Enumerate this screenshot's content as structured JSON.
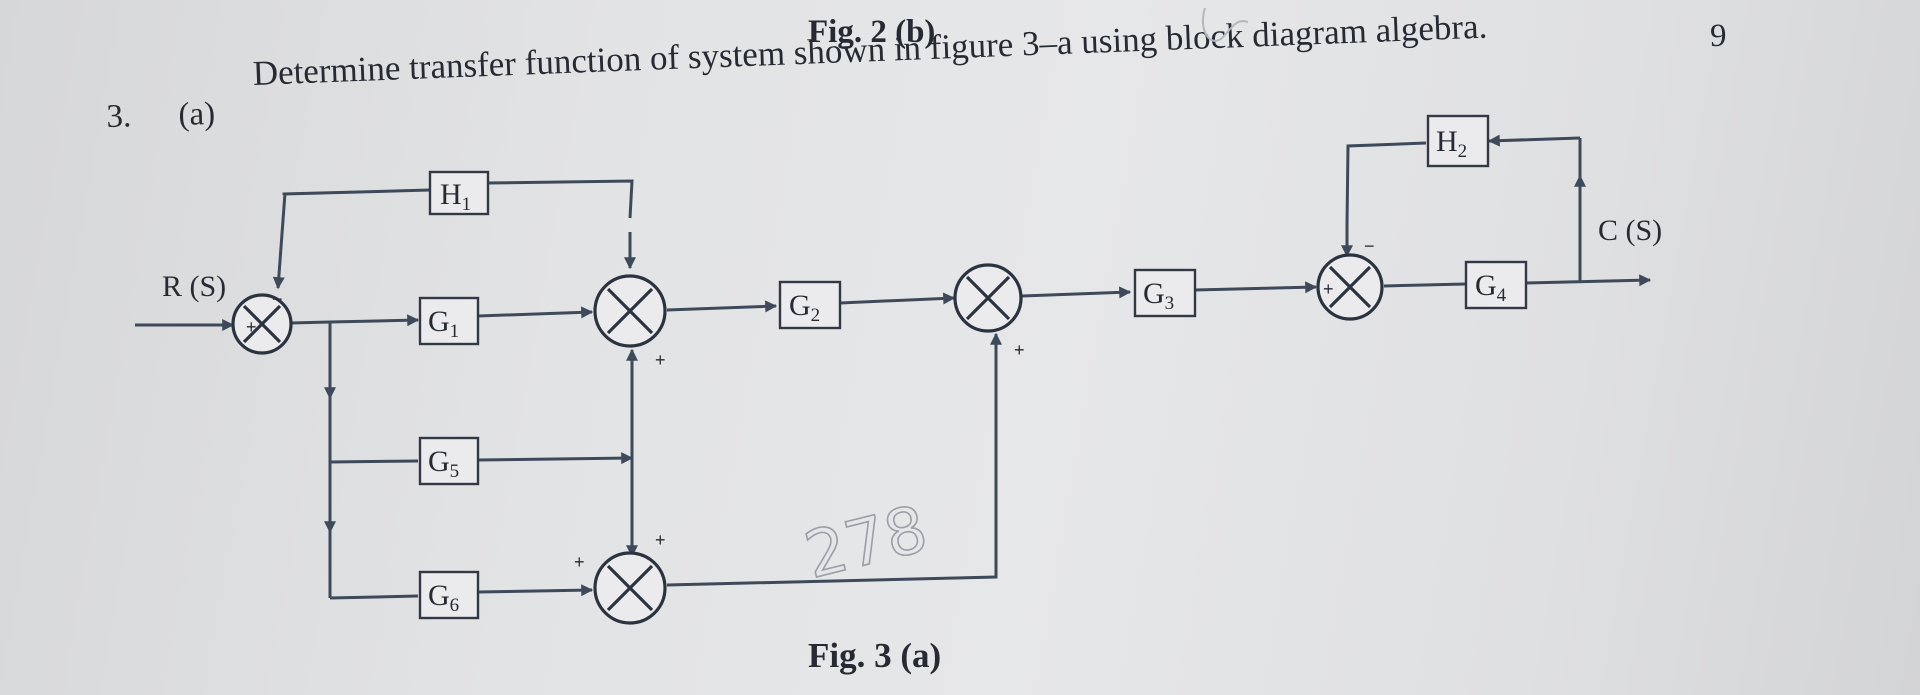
{
  "header": {
    "previous_figure_caption": "Fig. 2 (b)",
    "marks": "9"
  },
  "question": {
    "number": "3.",
    "part": "(a)",
    "text": "Determine transfer function of system shown in figure 3–a using block diagram algebra."
  },
  "diagram": {
    "input_label": "R (S)",
    "output_label": "C (S)",
    "blocks": [
      {
        "id": "G1",
        "base": "G",
        "sub": "1"
      },
      {
        "id": "G2",
        "base": "G",
        "sub": "2"
      },
      {
        "id": "G3",
        "base": "G",
        "sub": "3"
      },
      {
        "id": "G4",
        "base": "G",
        "sub": "4"
      },
      {
        "id": "G5",
        "base": "G",
        "sub": "5"
      },
      {
        "id": "G6",
        "base": "G",
        "sub": "6"
      },
      {
        "id": "H1",
        "base": "H",
        "sub": "1"
      },
      {
        "id": "H2",
        "base": "H",
        "sub": "2"
      }
    ],
    "signs": {
      "sj1_input": "+",
      "sj1_feedback": "−",
      "sj2_bottom": "+",
      "sj3_bottom": "+",
      "sj4_left": "+",
      "sj4_top": "+",
      "sj5_input": "+",
      "sj5_feedback": "−"
    },
    "handwritten_number": "278"
  },
  "footer": {
    "figure_caption": "Fig. 3 (a)"
  }
}
